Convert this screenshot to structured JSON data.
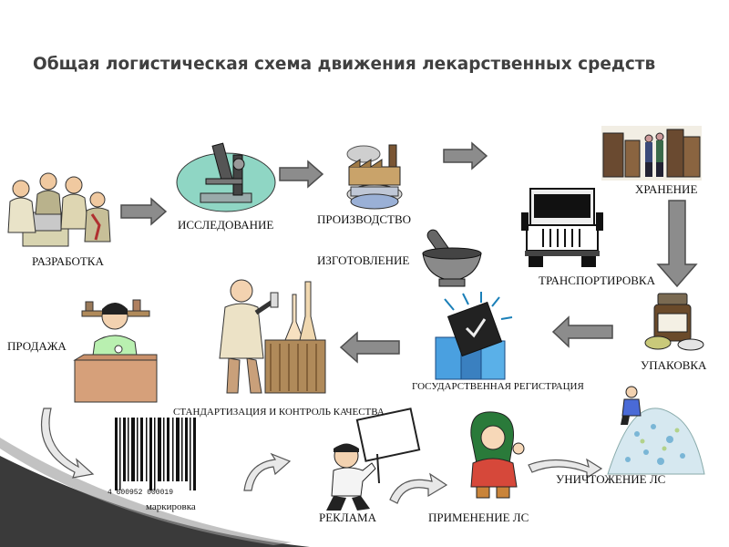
{
  "title": "Общая логистическая  схема движения лекарственных средств",
  "stages": {
    "development": "РАЗРАБОТКА",
    "research": "ИССЛЕДОВАНИЕ",
    "production": "ПРОИЗВОДСТВО",
    "manufacturing": "ИЗГОТОВЛЕНИЕ",
    "storage": "ХРАНЕНИЕ",
    "transportation": "ТРАНСПОРТИРОВКА",
    "packaging": "УПАКОВКА",
    "state_registration": "ГОСУДАРСТВЕННАЯ РЕГИСТРАЦИЯ",
    "standardization": "СТАНДАРТИЗАЦИЯ И КОНТРОЛЬ КАЧЕСТВА",
    "sale": "ПРОДАЖА",
    "labeling": "маркировка",
    "advertising": "РЕКЛАМА",
    "usage": "ПРИМЕНЕНИЕ ЛС",
    "disposal": "УНИЧТОЖЕНИЕ ЛС"
  },
  "barcode": {
    "digits": "4 600952 000019"
  },
  "colors": {
    "arrow_fill": "#8c8c8c",
    "arrow_stroke": "#4d4d4d",
    "title": "#404040"
  }
}
